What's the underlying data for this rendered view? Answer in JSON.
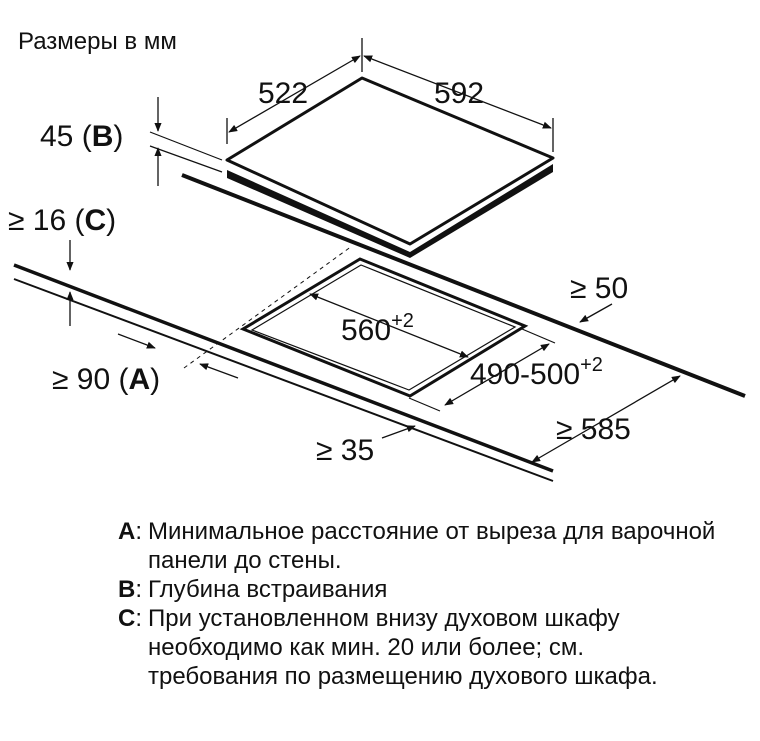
{
  "title": "Размеры в мм",
  "labels": {
    "width_hob": "522",
    "depth_hob": "592",
    "depth_b_value": "45",
    "depth_b_letter": "B",
    "gap_c_value": "≥ 16",
    "gap_c_letter": "C",
    "cutout_width": "560",
    "cutout_width_tol": "+2",
    "cutout_depth": "490-500",
    "cutout_depth_tol": "+2",
    "worktop_front_min": "≥ 50",
    "wall_dist_value": "≥ 90",
    "wall_dist_letter": "A",
    "worktop_depth_min": "≥ 585",
    "front_edge_min": "≥ 35"
  },
  "legend": [
    {
      "key": "A",
      "text": "Минимальное расстояние от выреза для варочной панели до стены."
    },
    {
      "key": "B",
      "text": "Глубина встраивания"
    },
    {
      "key": "C",
      "text": "При установленном внизу духовом шкафу необходимо как мин. 20 или более; см. требования по размещению духового шкафа."
    }
  ]
}
